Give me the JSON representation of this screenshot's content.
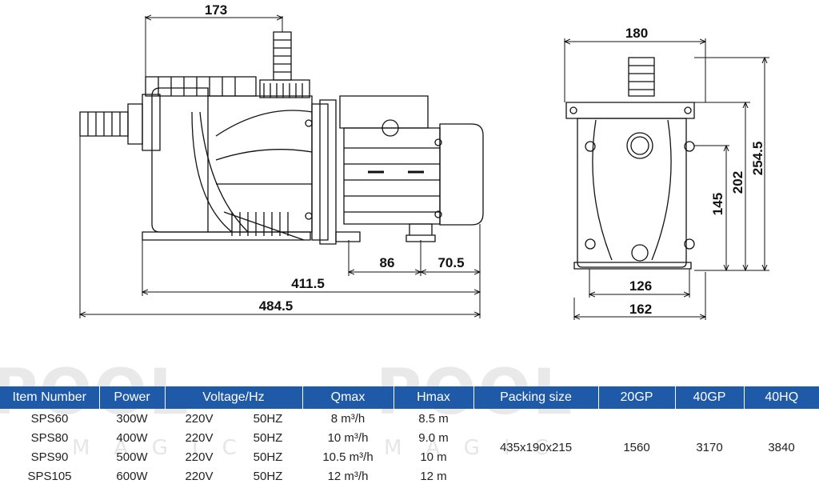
{
  "dimensions": {
    "top_width": "173",
    "side_width": "180",
    "height_total": "254.5",
    "height_inlet": "202",
    "height_base": "145",
    "dist_86": "86",
    "dist_70_5": "70.5",
    "len_411_5": "411.5",
    "len_484_5": "484.5",
    "base_126": "126",
    "base_162": "162"
  },
  "watermark": {
    "text": "POOL",
    "sub": "MAGIC"
  },
  "table": {
    "headers": [
      "Item Number",
      "Power",
      "Voltage/Hz",
      "Qmax",
      "Hmax",
      "Packing size",
      "20GP",
      "40GP",
      "40HQ"
    ],
    "rows": [
      {
        "item": "SPS60",
        "power": "300W",
        "voltage": "220V",
        "hz": "50HZ",
        "qmax": "8 m³/h",
        "hmax": "8.5 m"
      },
      {
        "item": "SPS80",
        "power": "400W",
        "voltage": "220V",
        "hz": "50HZ",
        "qmax": "10 m³/h",
        "hmax": "9.0 m"
      },
      {
        "item": "SPS90",
        "power": "500W",
        "voltage": "220V",
        "hz": "50HZ",
        "qmax": "10.5 m³/h",
        "hmax": "10 m"
      },
      {
        "item": "SPS105",
        "power": "600W",
        "voltage": "220V",
        "hz": "50HZ",
        "qmax": "12 m³/h",
        "hmax": "12 m"
      }
    ],
    "packing_size": "435x190x215",
    "gp20": "1560",
    "gp40": "3170",
    "hq40": "3840"
  },
  "colors": {
    "header_bg": "#1e5aa8",
    "header_text": "#ffffff",
    "line": "#111111"
  }
}
